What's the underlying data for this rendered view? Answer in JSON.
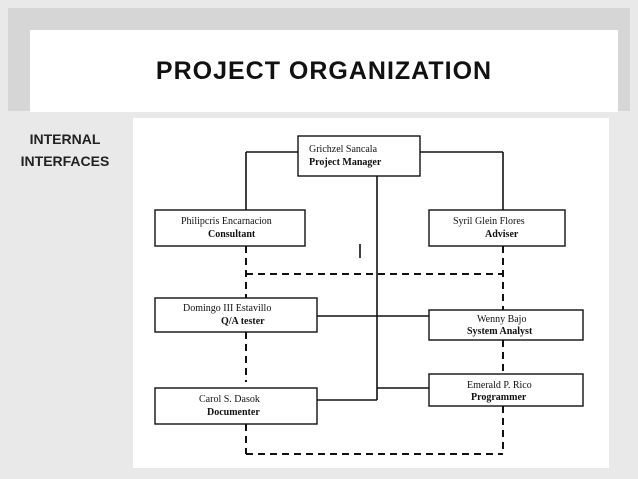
{
  "slide": {
    "title": "PROJECT ORGANIZATION",
    "side_label_line1": "INTERNAL",
    "side_label_line2": "INTERFACES"
  },
  "org_chart": {
    "nodes": [
      {
        "id": "pm",
        "name": "Grichzel Sancala",
        "role": "Project Manager"
      },
      {
        "id": "consultant",
        "name": "Philipcris Encarnacion",
        "role": "Consultant"
      },
      {
        "id": "adviser",
        "name": "Syril Glein Flores",
        "role": "Adviser"
      },
      {
        "id": "qa",
        "name": "Domingo III Estavillo",
        "role": "Q/A tester"
      },
      {
        "id": "analyst",
        "name": "Wenny Bajo",
        "role": "System Analyst"
      },
      {
        "id": "documenter",
        "name": "Carol S. Dasok",
        "role": "Documenter"
      },
      {
        "id": "programmer",
        "name": "Emerald P. Rico",
        "role": "Programmer"
      }
    ]
  }
}
